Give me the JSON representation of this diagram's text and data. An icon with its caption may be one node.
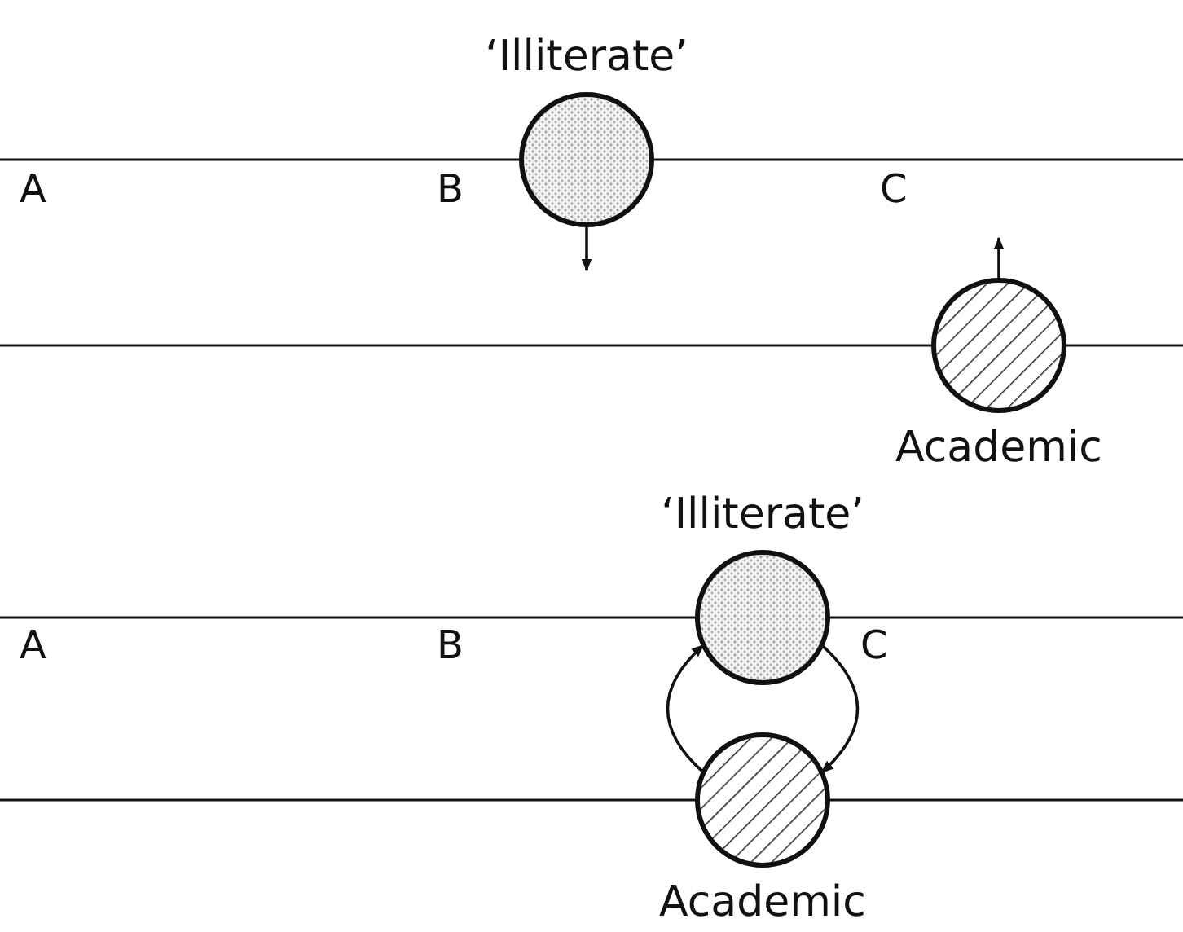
{
  "diagram": {
    "nodes": [
      {
        "text": [
          "‘Illiterate’"
        ]
      },
      {
        "text": [
          "Academic"
        ]
      },
      {
        "text": [
          "‘Illiterate’"
        ]
      },
      {
        "text": [
          "Academic"
        ]
      }
    ],
    "edges": [
      {
        "from": 0,
        "to": null,
        "arrow": "to"
      },
      {
        "from": 1,
        "to": null,
        "arrow": "to"
      },
      {
        "from": 2,
        "to": 3,
        "arrow": "to"
      },
      {
        "from": 3,
        "to": 2,
        "arrow": "to"
      }
    ],
    "labels": [
      "A",
      "B",
      "C",
      "A",
      "B",
      "C"
    ]
  }
}
